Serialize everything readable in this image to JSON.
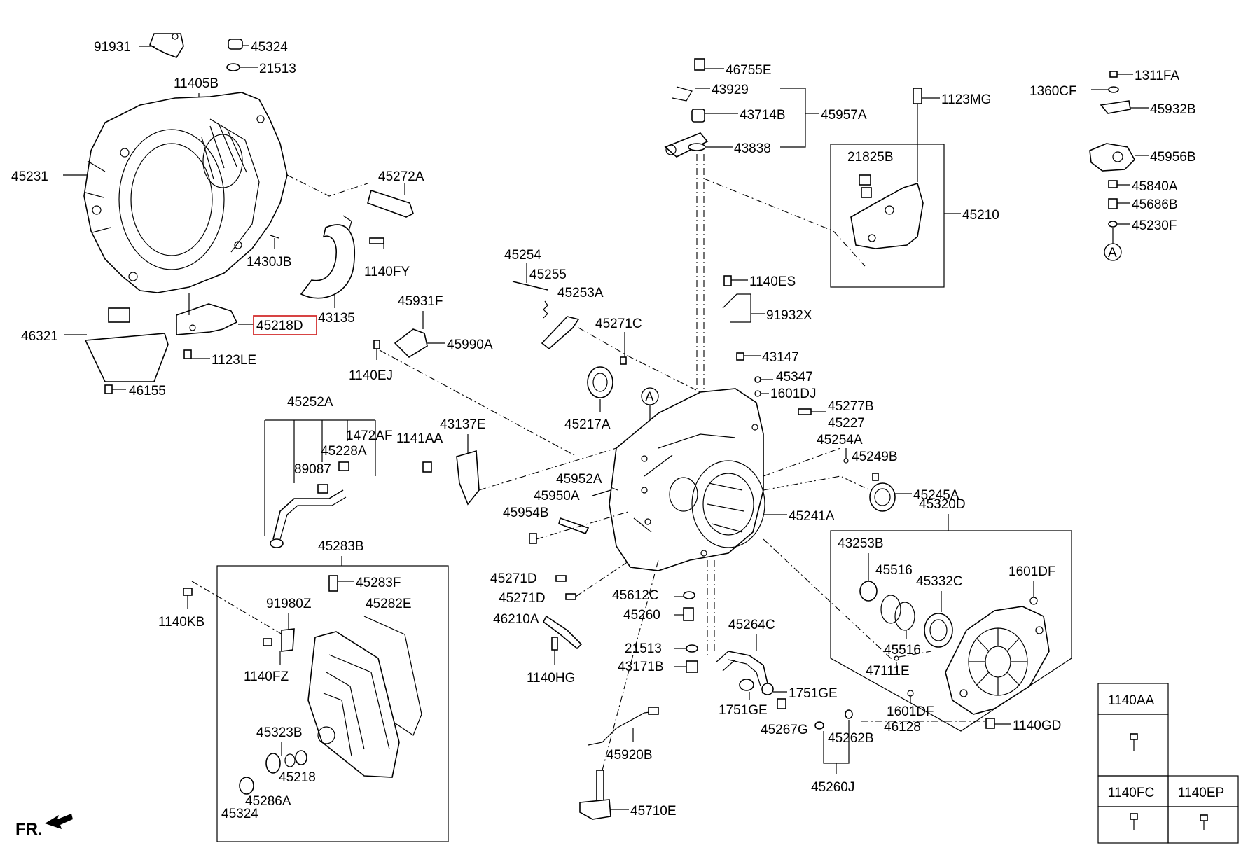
{
  "diagram": {
    "highlighted_part": "45218D",
    "orientation_label": "FR.",
    "ref_marker": "A",
    "highlight_color": "#d32f2f",
    "labels": {
      "p91931": "91931",
      "p45324a": "45324",
      "p21513a": "21513",
      "p11405B": "11405B",
      "p45231": "45231",
      "p45272A": "45272A",
      "p1430JB": "1430JB",
      "p1140FY": "1140FY",
      "p43135": "43135",
      "p45218D": "45218D",
      "p46321": "46321",
      "p1123LE": "1123LE",
      "p46155": "46155",
      "p46755E": "46755E",
      "p43929": "43929",
      "p43714B": "43714B",
      "p45957A": "45957A",
      "p43838": "43838",
      "p1123MG": "1123MG",
      "p21825B": "21825B",
      "p45210": "45210",
      "p1311FA": "1311FA",
      "p1360CF": "1360CF",
      "p45932B": "45932B",
      "p45956B": "45956B",
      "p45840A": "45840A",
      "p45686B": "45686B",
      "p45230F": "45230F",
      "p45254": "45254",
      "p45255": "45255",
      "p45253A": "45253A",
      "p45271C": "45271C",
      "p45931F": "45931F",
      "p45990A": "45990A",
      "p1140EJ": "1140EJ",
      "p1140ES": "1140ES",
      "p91932X": "91932X",
      "p43147": "43147",
      "p45217A": "45217A",
      "p45347": "45347",
      "p1601DJ": "1601DJ",
      "p45277B": "45277B",
      "p45227": "45227",
      "p45254A": "45254A",
      "p45249B": "45249B",
      "p45245A": "45245A",
      "p45320D": "45320D",
      "p45241A": "45241A",
      "p45252A": "45252A",
      "p1472AF": "1472AF",
      "p1141AA": "1141AA",
      "p43137E": "43137E",
      "p45228A": "45228A",
      "p89087": "89087",
      "p45952A": "45952A",
      "p45950A": "45950A",
      "p45954B": "45954B",
      "p45283B": "45283B",
      "p45283F": "45283F",
      "p1140KB": "1140KB",
      "p91980Z": "91980Z",
      "p45282E": "45282E",
      "p1140FZ": "1140FZ",
      "p45323B": "45323B",
      "p45218": "45218",
      "p45286A": "45286A",
      "p45324b": "45324",
      "p45271Da": "45271D",
      "p45271Db": "45271D",
      "p46210A": "46210A",
      "p1140HG": "1140HG",
      "p45612C": "45612C",
      "p45260": "45260",
      "p21513b": "21513",
      "p43171B": "43171B",
      "p45920B": "45920B",
      "p45710E": "45710E",
      "p45264C": "45264C",
      "p1751GEa": "1751GE",
      "p1751GEb": "1751GE",
      "p45267G": "45267G",
      "p45262B": "45262B",
      "p45260J": "45260J",
      "p43253B": "43253B",
      "p45516a": "45516",
      "p45332C": "45332C",
      "p1601DFa": "1601DF",
      "p45516b": "45516",
      "p47111E": "47111E",
      "p1601DFb": "1601DF",
      "p46128": "46128",
      "p1140GD": "1140GD",
      "t1140AA": "1140AA",
      "t1140FC": "1140FC",
      "t1140EP": "1140EP"
    }
  }
}
